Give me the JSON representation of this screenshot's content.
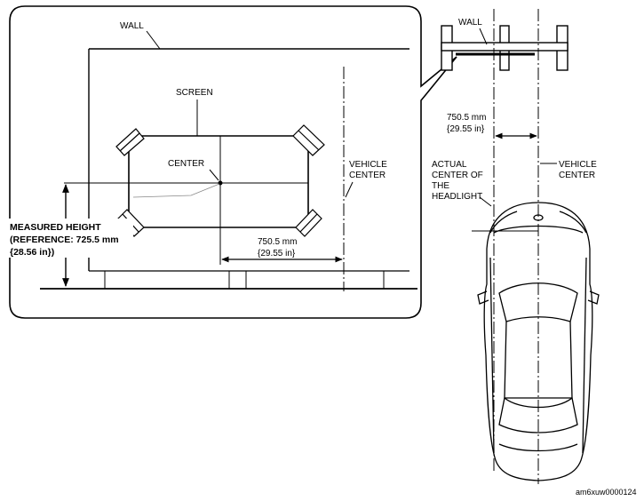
{
  "callout": {
    "wall": "WALL",
    "screen": "SCREEN",
    "center": "CENTER",
    "vehicle_center_line1": "VEHICLE",
    "vehicle_center_line2": "CENTER",
    "distance_mm": "750.5 mm",
    "distance_in": "{29.55 in}",
    "measured_height_line1": "MEASURED HEIGHT",
    "measured_height_line2": "(REFERENCE: 725.5 mm",
    "measured_height_line3": "{28.56 in})"
  },
  "top_view": {
    "wall": "WALL",
    "distance_mm": "750.5 mm",
    "distance_in": "{29.55 in}",
    "actual_center_line1": "ACTUAL",
    "actual_center_line2": "CENTER OF",
    "actual_center_line3": "THE",
    "actual_center_line4": "HEADLIGHT",
    "vehicle_center_line1": "VEHICLE",
    "vehicle_center_line2": "CENTER"
  },
  "figure_id": "am6xuw0000124"
}
